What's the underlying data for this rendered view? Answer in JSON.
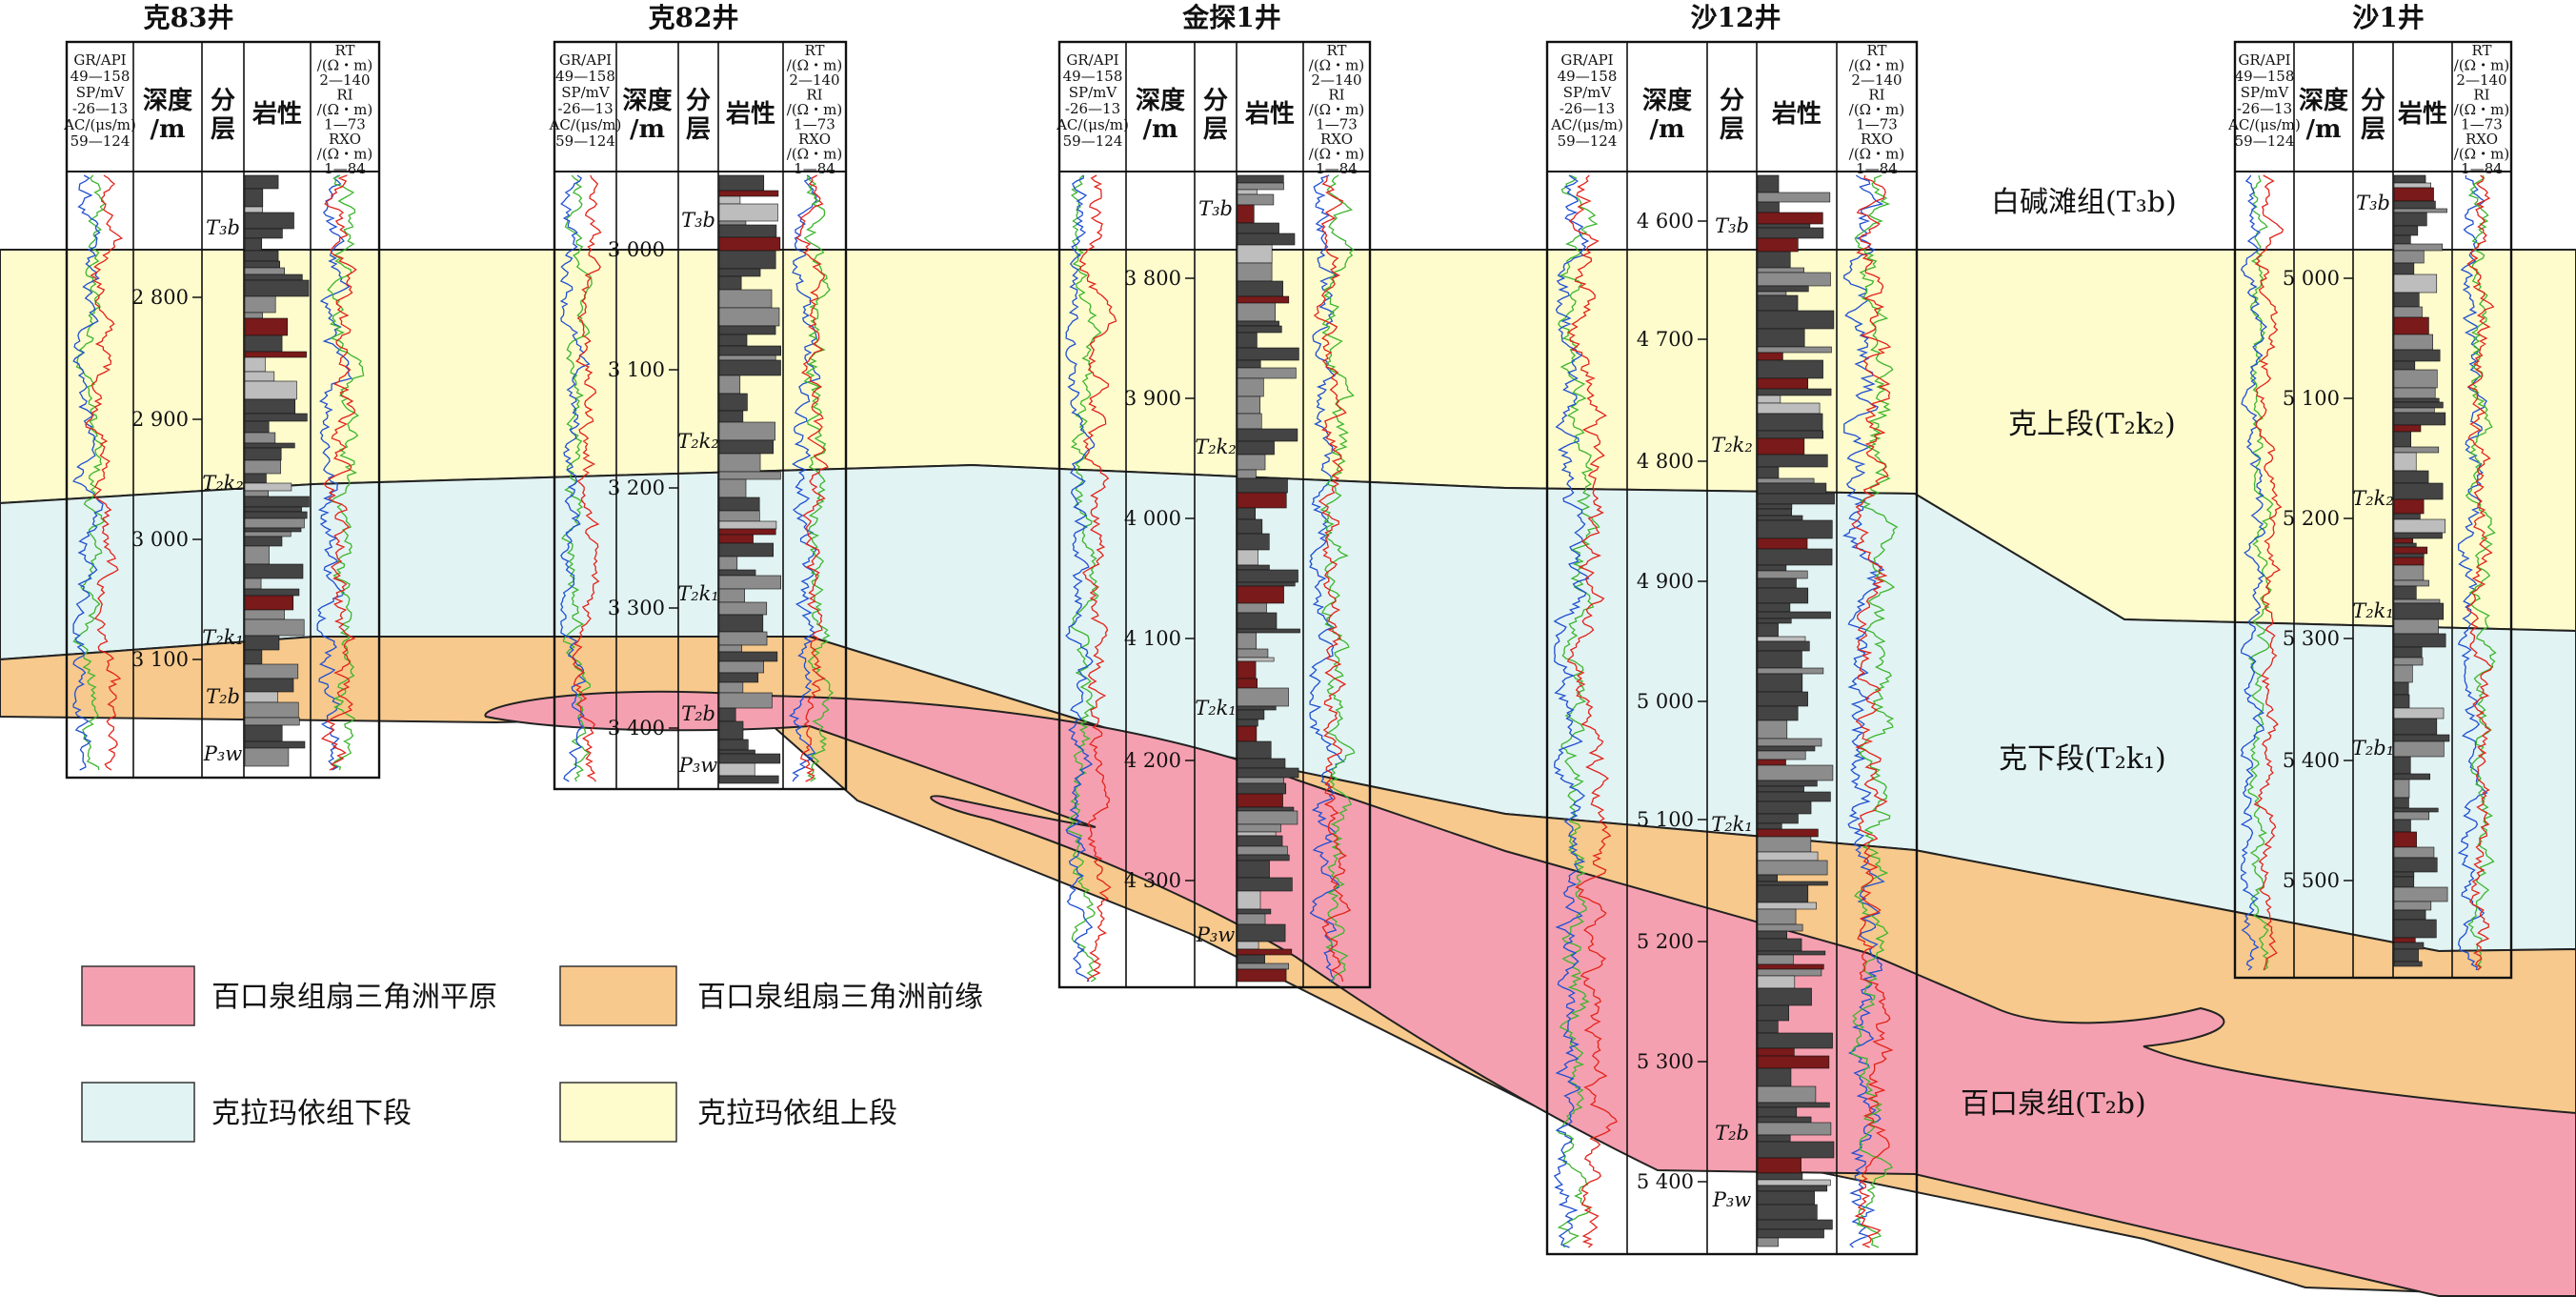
{
  "wells": [
    {
      "name": "克83井",
      "depths": [
        "2 800",
        "2 900",
        "3 000",
        "3 100"
      ],
      "layers": [
        "T₃b",
        "T₂k₂",
        "T₂k₁",
        "T₂b",
        "P₃w"
      ]
    },
    {
      "name": "克82井",
      "depths": [
        "3 000",
        "3 100",
        "3 200",
        "3 300",
        "3 400"
      ],
      "layers": [
        "T₃b",
        "T₂k₂",
        "T₂k₁",
        "T₂b",
        "P₃w"
      ]
    },
    {
      "name": "金探1井",
      "depths": [
        "3 800",
        "3 900",
        "4 000",
        "4 100",
        "4 200",
        "4 300"
      ],
      "layers": [
        "T₃b",
        "T₂k₂",
        "T₂k₁",
        "P₃w"
      ]
    },
    {
      "name": "沙12井",
      "depths": [
        "4 600",
        "4 700",
        "4 800",
        "4 900",
        "5 000",
        "5 100",
        "5 200",
        "5 300",
        "5 400"
      ],
      "layers": [
        "T₃b",
        "T₂k₂",
        "T₂k₁",
        "T₂b",
        "P₃w"
      ]
    },
    {
      "name": "沙1井",
      "depths": [
        "5 000",
        "5 100",
        "5 200",
        "5 300",
        "5 400",
        "5 500"
      ],
      "layers": [
        "T₃b",
        "T₂k₂",
        "T₂k₁",
        "T₂b₁"
      ]
    }
  ],
  "header": {
    "log_left": [
      "GR/API",
      "49—158",
      "SP/mV",
      "-26—13",
      "AC/(μs/m)",
      "59—124"
    ],
    "depth": [
      "深度",
      "/m"
    ],
    "layer": [
      "分",
      "层"
    ],
    "lith": "岩性",
    "log_right": [
      "RT",
      "/(Ω・m)",
      "2—140",
      "RI",
      "/(Ω・m)",
      "1—73",
      "RXO",
      "/(Ω・m)",
      "1—84"
    ]
  },
  "formations": {
    "baijiantan": "白碱滩组(T₃b)",
    "ke_upper": "克上段(T₂k₂)",
    "ke_lower": "克下段(T₂k₁)",
    "baikouquan": "百口泉组(T₂b)"
  },
  "legend": [
    {
      "label": "百口泉组扇三角洲平原",
      "color": "#f5a0b0"
    },
    {
      "label": "百口泉组扇三角洲前缘",
      "color": "#f7c98c"
    },
    {
      "label": "克拉玛依组下段",
      "color": "#e2f3f3"
    },
    {
      "label": "克拉玛依组上段",
      "color": "#fefccd"
    }
  ],
  "colors": {
    "yellow": "#fefccd",
    "cyan": "#e2f3f3",
    "orange": "#f7c98c",
    "pink": "#f5a0b0",
    "gr": "#e2231a",
    "sp": "#1f4fd1",
    "ac": "#3db52f"
  }
}
